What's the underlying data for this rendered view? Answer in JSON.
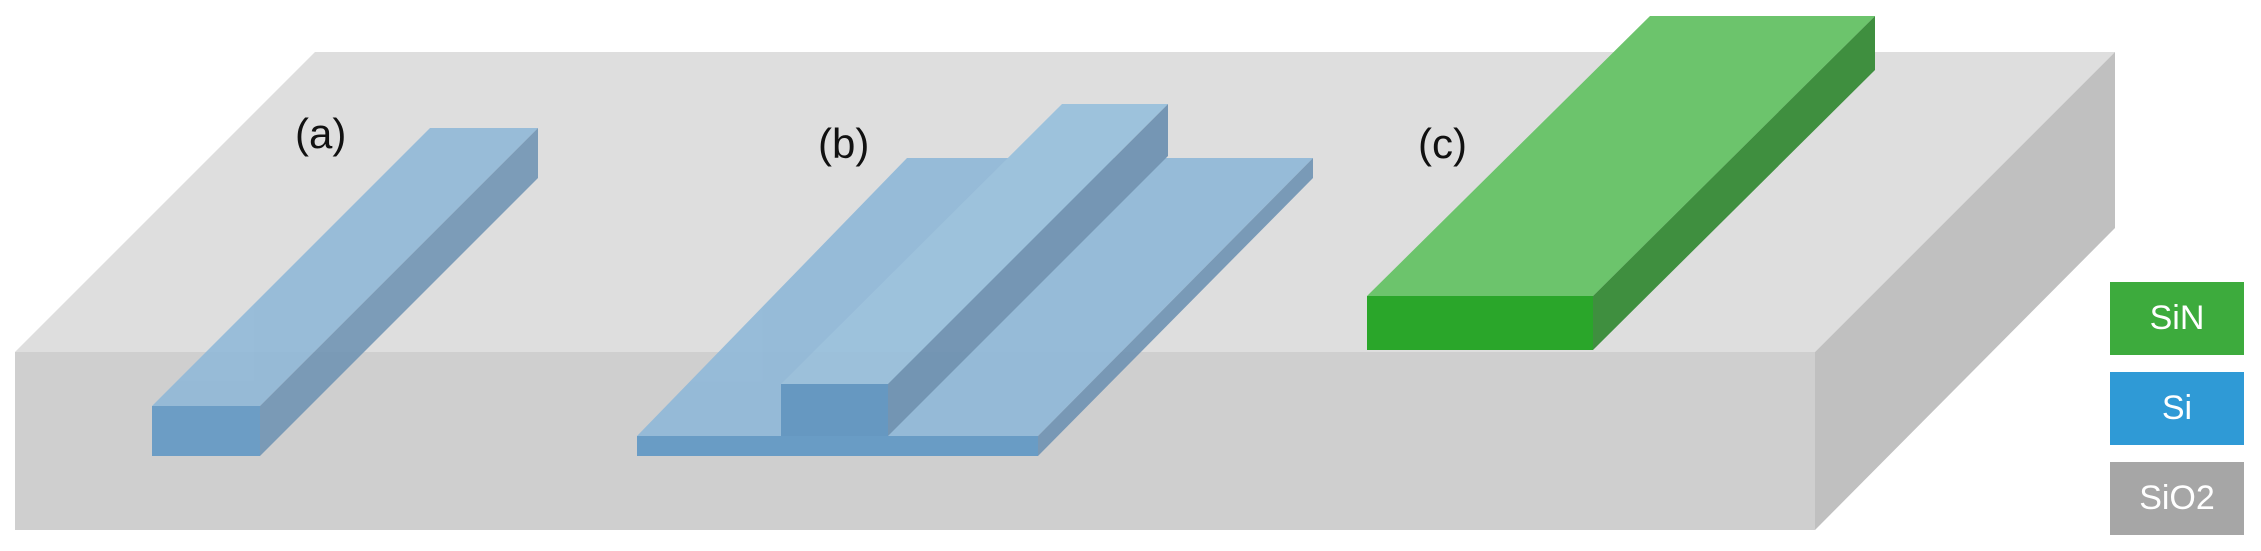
{
  "panels": {
    "a": "(a)",
    "b": "(b)",
    "c": "(c)"
  },
  "legend": [
    {
      "label": "SiN",
      "color": "#3dab3d"
    },
    {
      "label": "Si",
      "color": "#2f9ad6"
    },
    {
      "label": "SiO2",
      "color": "#a6a6a6"
    }
  ],
  "colors": {
    "substrate_top": "#dedede",
    "substrate_front": "#cfcfcf",
    "substrate_side": "#c0c0c0",
    "si_top": "#8fb8d8",
    "si_front": "#5f97c4",
    "si_side": "#7c9fbd",
    "sin_top": "#6cc46c",
    "sin_front": "#2aa62a",
    "sin_side": "#3f8f3f"
  }
}
